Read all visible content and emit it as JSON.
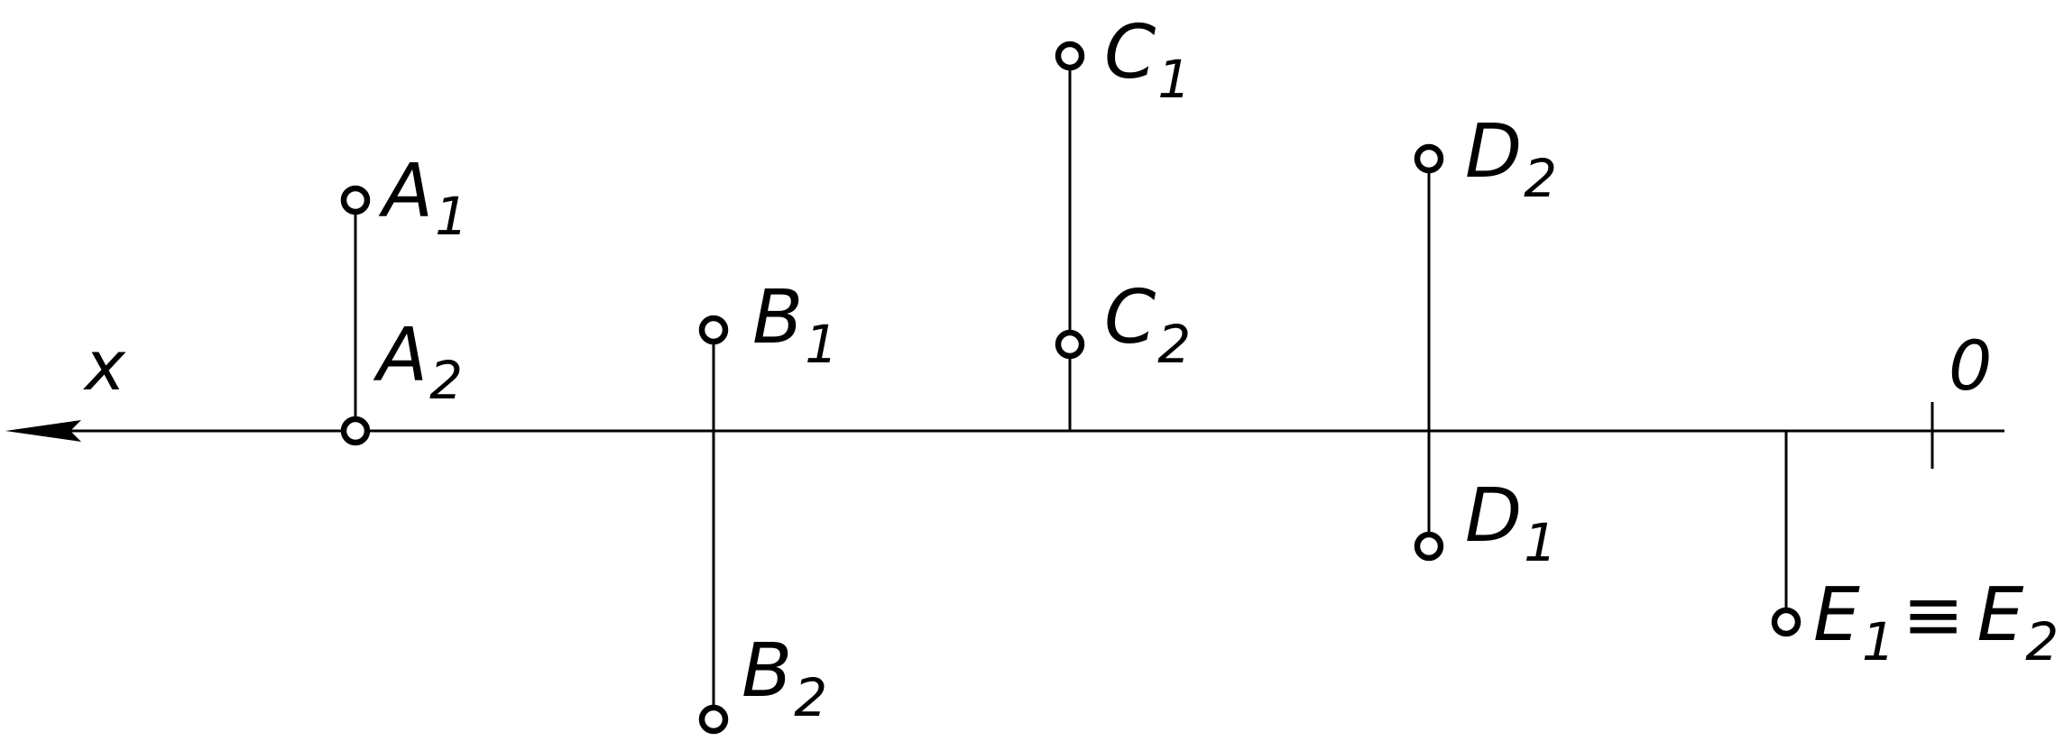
{
  "axis": {
    "x_label": "x",
    "origin_label": "0"
  },
  "equivalence_symbol": "≡",
  "points": {
    "A1": {
      "letter": "A",
      "sub": "1"
    },
    "A2": {
      "letter": "A",
      "sub": "2"
    },
    "B1": {
      "letter": "B",
      "sub": "1"
    },
    "B2": {
      "letter": "B",
      "sub": "2"
    },
    "C1": {
      "letter": "C",
      "sub": "1"
    },
    "C2": {
      "letter": "C",
      "sub": "2"
    },
    "D1": {
      "letter": "D",
      "sub": "1"
    },
    "D2": {
      "letter": "D",
      "sub": "2"
    },
    "E1": {
      "letter": "E",
      "sub": "1"
    },
    "E2": {
      "letter": "E",
      "sub": "2"
    }
  }
}
